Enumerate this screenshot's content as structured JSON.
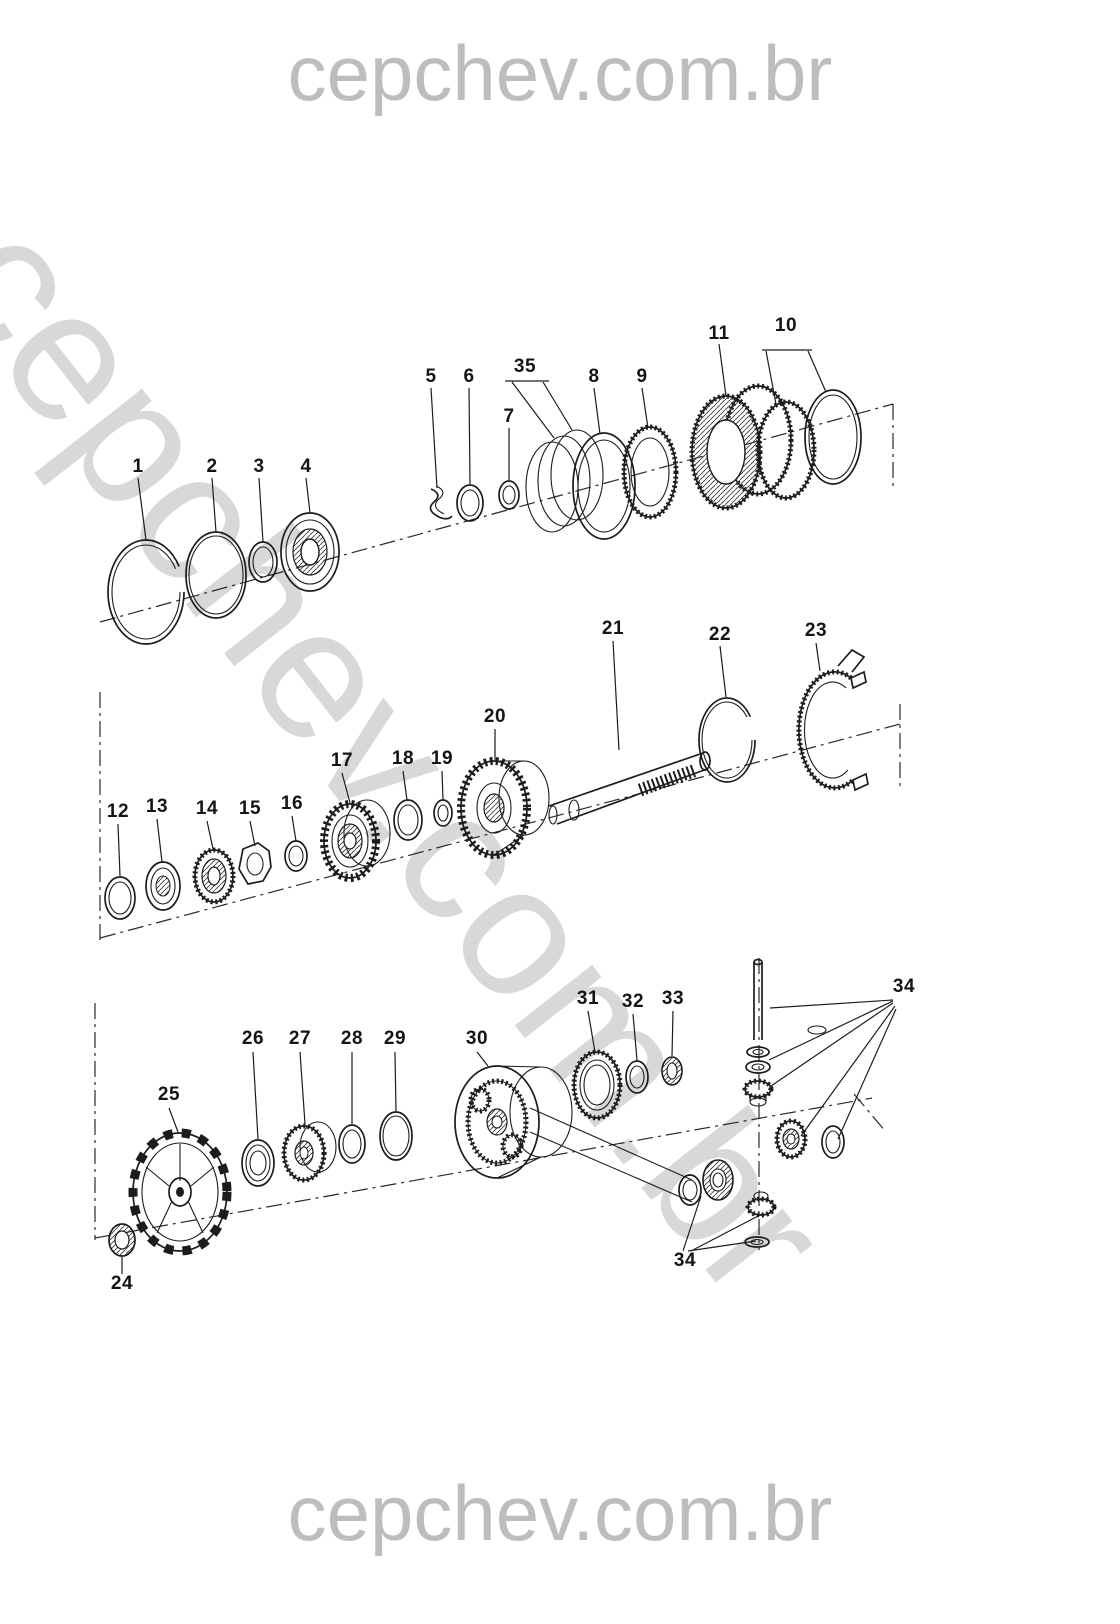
{
  "watermarks": {
    "top": "cepchev.com.br",
    "diagonal": "cepchev.com.br",
    "bottom": "cepchev.com.br"
  },
  "diagram": {
    "type": "exploded-parts-diagram",
    "callouts": [
      {
        "id": "1",
        "label": "1"
      },
      {
        "id": "2",
        "label": "2"
      },
      {
        "id": "3",
        "label": "3"
      },
      {
        "id": "4",
        "label": "4"
      },
      {
        "id": "5",
        "label": "5"
      },
      {
        "id": "6",
        "label": "6"
      },
      {
        "id": "7",
        "label": "7"
      },
      {
        "id": "8",
        "label": "8"
      },
      {
        "id": "9",
        "label": "9"
      },
      {
        "id": "10",
        "label": "10"
      },
      {
        "id": "11",
        "label": "11"
      },
      {
        "id": "12",
        "label": "12"
      },
      {
        "id": "13",
        "label": "13"
      },
      {
        "id": "14",
        "label": "14"
      },
      {
        "id": "15",
        "label": "15"
      },
      {
        "id": "16",
        "label": "16"
      },
      {
        "id": "17",
        "label": "17"
      },
      {
        "id": "18",
        "label": "18"
      },
      {
        "id": "19",
        "label": "19"
      },
      {
        "id": "20",
        "label": "20"
      },
      {
        "id": "21",
        "label": "21"
      },
      {
        "id": "22",
        "label": "22"
      },
      {
        "id": "23",
        "label": "23"
      },
      {
        "id": "24",
        "label": "24"
      },
      {
        "id": "25",
        "label": "25"
      },
      {
        "id": "26",
        "label": "26"
      },
      {
        "id": "27",
        "label": "27"
      },
      {
        "id": "28",
        "label": "28"
      },
      {
        "id": "29",
        "label": "29"
      },
      {
        "id": "30",
        "label": "30"
      },
      {
        "id": "31",
        "label": "31"
      },
      {
        "id": "32",
        "label": "32"
      },
      {
        "id": "33",
        "label": "33"
      },
      {
        "id": "34",
        "label": "34"
      },
      {
        "id": "35",
        "label": "35"
      },
      {
        "id": "34b",
        "label": "34"
      }
    ]
  },
  "colors": {
    "line": "#1c1c1c",
    "watermark": "#c6c6c6",
    "background": "#ffffff"
  }
}
